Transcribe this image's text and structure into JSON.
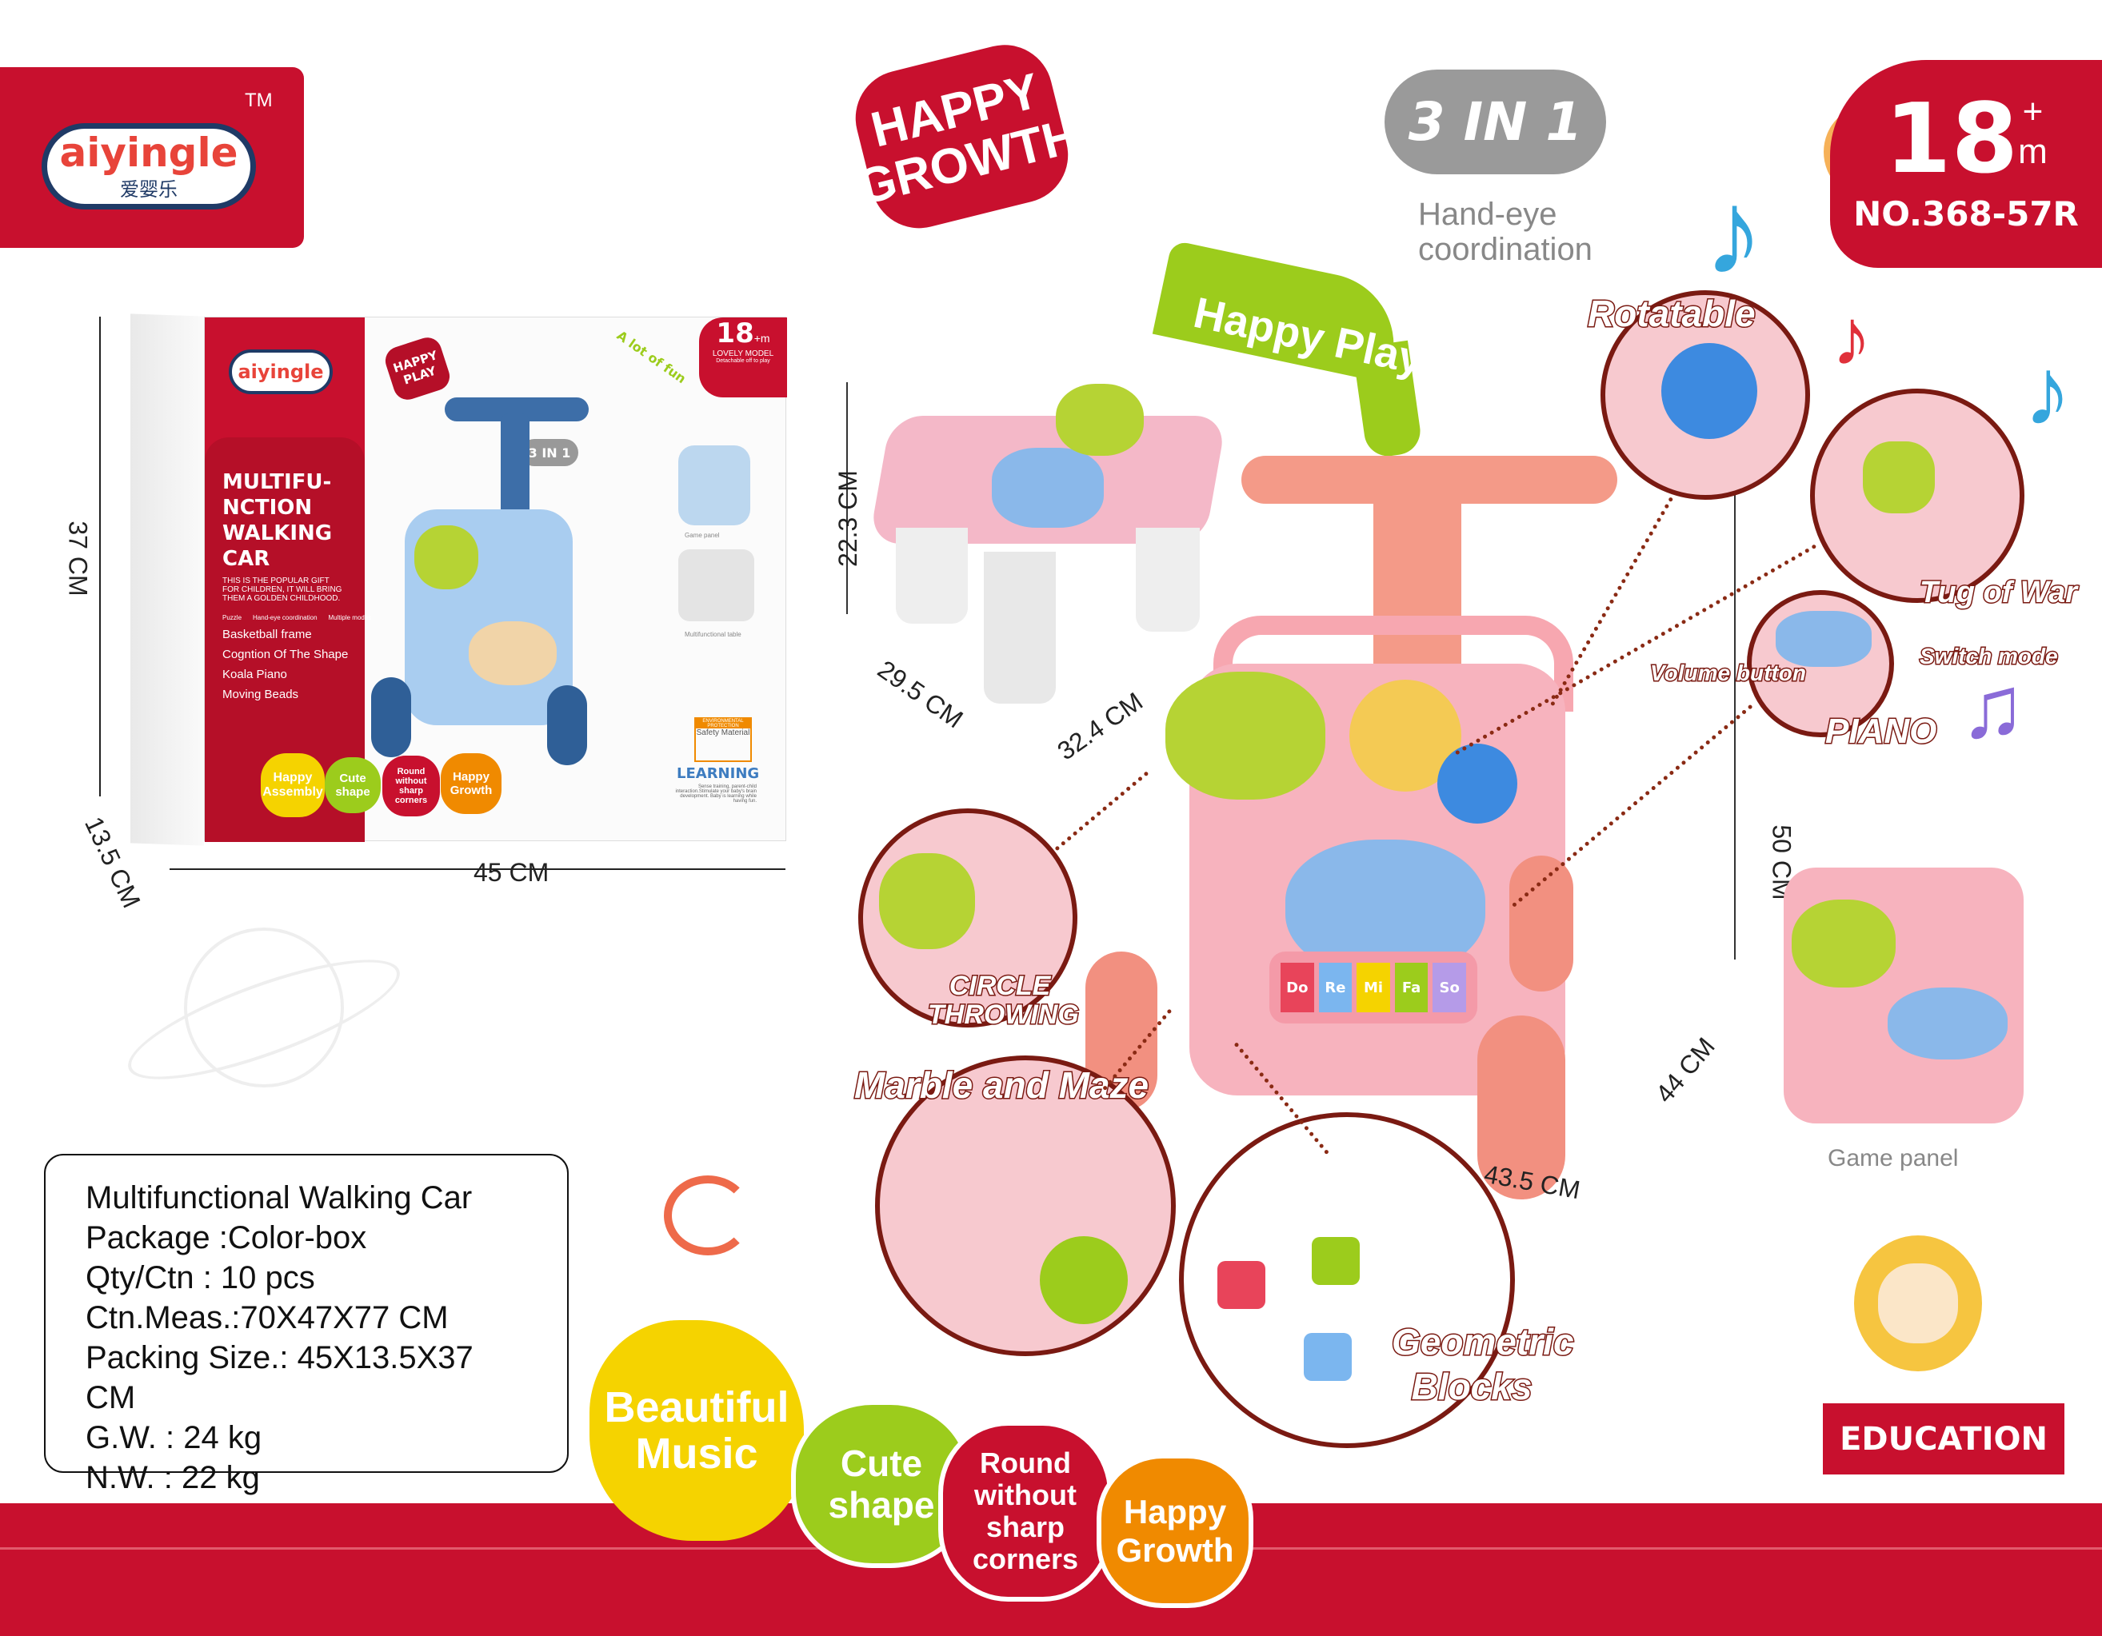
{
  "brand": {
    "name": "aiyingle",
    "chinese": "爱婴乐",
    "tm": "TM"
  },
  "badges": {
    "happy_growth": "HAPPY GROWTH",
    "three_in_one": "3 IN 1",
    "hand_eye": "Hand-eye coordination",
    "age": "18",
    "age_plus": "+",
    "age_unit": "m",
    "model_no": "NO.368-57R",
    "happy_play": "Happy Play",
    "education": "EDUCATION"
  },
  "box": {
    "happy_play": "HAPPY PLAY",
    "lot_of_fun": "A lot of fun",
    "age": "18",
    "age_unit": "+m",
    "lovely_model": "LOVELY MODEL",
    "detachable": "Detachable off to play",
    "title_lines": [
      "MULTIFU-",
      "NCTION",
      "WALKING",
      "CAR"
    ],
    "description": "THIS IS THE POPULAR GIFT FOR CHILDREN, IT WILL BRING THEM A GOLDEN CHILDHOOD.",
    "icons": [
      "Puzzle",
      "Hand-eye coordination",
      "Multiple modes"
    ],
    "bullets": [
      "Basketball frame",
      "Cogntion Of The Shape",
      "Koala Piano",
      "Moving Beads"
    ],
    "three_in_one": "3 IN 1",
    "game_panel": "Game panel",
    "multi_table": "Multifunctional table",
    "env": "ENVIRONMENTAL PROTECTION",
    "safety": "Safety Material",
    "learning": "LEARNING",
    "learning_desc": "Sense training, parent-child interaction.Stimulate your baby's brain development. Baby is learning while having fun.",
    "feature_badges": [
      "Happy Assembly",
      "Cute shape",
      "Round without sharp corners",
      "Happy Growth"
    ]
  },
  "box_dimensions": {
    "height": "37 CM",
    "width": "45 CM",
    "depth": "13.5 CM"
  },
  "table_dimensions": {
    "height": "22.3 CM",
    "depth": "29.5 CM",
    "width": "32.4 CM"
  },
  "walker_dimensions": {
    "height": "50 CM",
    "depth": "44 CM",
    "width": "43.5 CM"
  },
  "features": {
    "rotatable": "Rotatable",
    "tug_of_war": "Tug of War",
    "volume": "Volume button",
    "switch_mode": "Switch mode",
    "piano": "PIANO",
    "circle_throwing": "CIRCLE THROWING",
    "marble_maze": "Marble and Maze",
    "geometric": "Geometric Blocks",
    "piano_keys": [
      "Do",
      "Re",
      "Mi",
      "Fa",
      "So"
    ]
  },
  "game_panel_label": "Game panel",
  "specs": [
    "Multifunctional Walking Car",
    "Package :Color-box",
    "Qty/Ctn : 10 pcs",
    "Ctn.Meas.:70X47X77 CM",
    "Packing Size.: 45X13.5X37 CM",
    "G.W. : 24 kg",
    "N.W. : 22 kg"
  ],
  "bottom_badges": [
    "Beautiful Music",
    "Cute shape",
    "Round without sharp corners",
    "Happy Growth"
  ],
  "colors": {
    "brand_red": "#c8102e",
    "green": "#9ccc1c",
    "yellow": "#f5d300",
    "orange": "#f08a00",
    "pink": "#f4b8c0"
  }
}
